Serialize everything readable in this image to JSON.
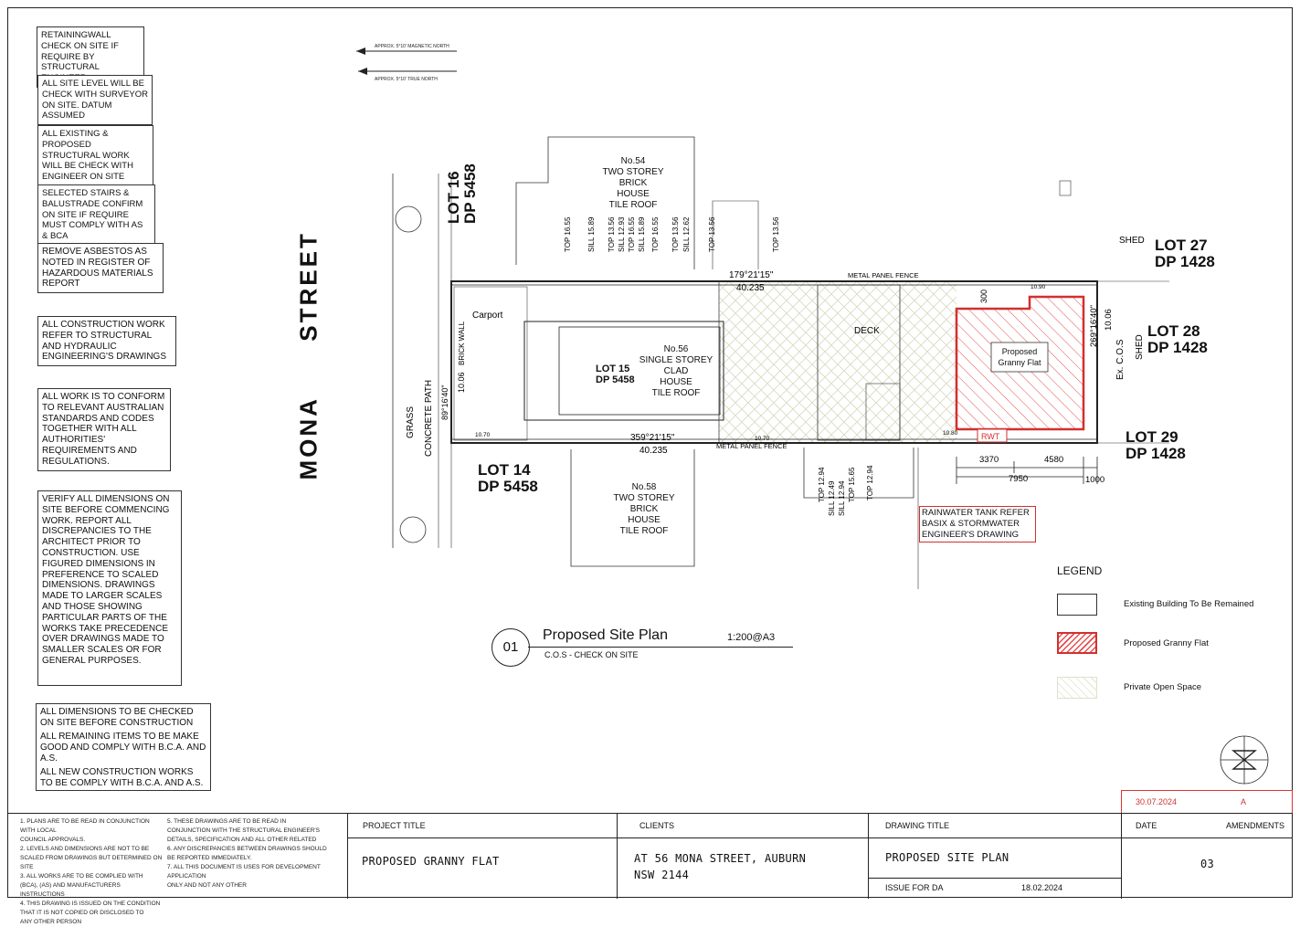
{
  "notes": [
    "RETAININGWALL CHECK ON SITE IF REQUIRE BY STRUCTURAL ENGINEER.",
    "ALL SITE LEVEL WILL BE CHECK WITH SURVEYOR ON SITE. DATUM ASSUMED",
    "ALL EXISTING & PROPOSED STRUCTURAL WORK WILL BE CHECK WITH ENGINEER ON SITE",
    "SELECTED STAIRS & BALUSTRADE CONFIRM ON SITE IF REQUIRE MUST COMPLY WITH AS & BCA",
    "REMOVE ASBESTOS AS NOTED IN REGISTER OF HAZARDOUS MATERIALS REPORT",
    "ALL CONSTRUCTION WORK REFER TO STRUCTURAL AND HYDRAULIC ENGINEERING'S DRAWINGS",
    "ALL WORK IS TO CONFORM TO RELEVANT AUSTRALIAN STANDARDS AND CODES TOGETHER WITH ALL AUTHORITIES' REQUIREMENTS AND REGULATIONS.",
    "VERIFY ALL DIMENSIONS ON SITE BEFORE COMMENCING WORK. REPORT ALL DISCREPANCIES TO THE ARCHITECT PRIOR TO CONSTRUCTION. USE FIGURED DIMENSIONS IN PREFERENCE TO SCALED DIMENSIONS. DRAWINGS MADE TO LARGER SCALES AND THOSE SHOWING PARTICULAR PARTS OF THE WORKS TAKE PRECEDENCE OVER DRAWINGS MADE TO SMALLER SCALES OR FOR GENERAL PURPOSES."
  ],
  "note_bottom": {
    "line1": "ALL DIMENSIONS TO BE CHECKED ON SITE BEFORE CONSTRUCTION",
    "line2": "ALL REMAINING ITEMS TO BE MAKE GOOD AND COMPLY WITH B.C.A. AND A.S.",
    "line3": "ALL NEW CONSTRUCTION WORKS TO BE COMPLY WITH B.C.A. AND A.S."
  },
  "street": "MONA      STREET",
  "lots": {
    "lot16": "LOT 16\nDP 5458",
    "lot14": "LOT 14\nDP 5458",
    "lot27": "LOT 27\nDP 1428",
    "lot28": "LOT 28\nDP 1428",
    "lot29": "LOT 29\nDP 1428",
    "lot15": "LOT 15\nDP 5458"
  },
  "houses": {
    "no54": "No.54\nTWO STOREY\nBRICK\nHOUSE\nTILE ROOF",
    "no56": "No.56\nSINGLE STOREY\nCLAD\nHOUSE\nTILE ROOF",
    "no58": "No.58\nTWO STOREY\nBRICK\nHOUSE\nTILE ROOF"
  },
  "plan_labels": {
    "carport": "Carport",
    "deck": "DECK",
    "granny": "Proposed\nGranny Flat",
    "shed_top": "SHED",
    "shed_side": "SHED",
    "ex_cos": "Ex. C.O.S",
    "rwt": "RWT",
    "rain_note": "RAINWATER TANK REFER\nBASIX & STORMWATER\nENGINEER'S DRAWING",
    "metal_fence_top": "METAL PANEL FENCE",
    "metal_fence_bottom": "METAL PANEL FENCE",
    "brick_wall": "BRICK WALL",
    "concrete_path": "CONCRETE PATH",
    "grass": "GRASS",
    "bearing_top": "179°21'15\"",
    "dist_top": "40.235",
    "bearing_bottom": "359°21'15\"",
    "dist_bottom": "40.235",
    "bearing_right": "269°16'40\"",
    "dist_right": "10.06",
    "bearing_left": "89°16'40\"",
    "dist_left": "10.06",
    "dim_300": "300",
    "dim_3370": "3370",
    "dim_4580": "4580",
    "dim_7950": "7950",
    "dim_1000": "1000",
    "lvl_1090": "10.90",
    "lvl_1080": "10.80",
    "lvl_1070": "10.70",
    "lvl_1070b": "10.70",
    "top_1655": "TOP 16.55",
    "sill_1589": "SILL 15.89",
    "top_1356a": "TOP 13.56",
    "sill_1293": "SILL 12.93",
    "top_1655b": "TOP 16.55",
    "sill_1589b": "SILL 15.89",
    "top_1655c": "TOP 16.55",
    "top_1356b": "TOP 13.56",
    "sill_1262": "SILL 12.62",
    "top_1356c": "TOP 13.56",
    "top_1356d": "TOP 13.56",
    "top_1294": "TOP 12.94",
    "sill_1249": "SILL 12.49",
    "sill_1294": "SILL 12.94",
    "top_1565": "TOP 15.65",
    "top_1294b": "TOP 12.94"
  },
  "north": {
    "magnetic": "APPROX. 5°10' MAGNETIC NORTH",
    "true": "APPROX. 5°10' TRUE NORTH"
  },
  "plan_title": {
    "number": "01",
    "title": "Proposed Site Plan",
    "scale": "1:200@A3",
    "subtitle": "C.O.S - CHECK  ON  SITE"
  },
  "legend": {
    "title": "LEGEND",
    "existing": "Existing Building To Be Remained",
    "granny": "Proposed Granny Flat",
    "open_space": "Private Open Space"
  },
  "revision": {
    "date": "30.07.2024",
    "code": "A"
  },
  "title_block": {
    "small_notes_left": [
      "1. PLANS ARE TO BE READ IN CONJUNCTION WITH LOCAL",
      "COUNCIL APPROVALS.",
      "2. LEVELS AND DIMENSIONS ARE NOT TO BE",
      "SCALED FROM DRAWINGS BUT DETERMINED ON SITE",
      "3. ALL WORKS ARE TO BE COMPLIED WITH",
      "(BCA), (AS) AND MANUFACTURERS INSTRUCTIONS",
      "4. THIS DRAWING IS ISSUED ON THE CONDITION",
      "THAT IT IS NOT COPIED OR DISCLOSED TO",
      "ANY OTHER PERSON"
    ],
    "small_notes_right": [
      "5. THESE DRAWINGS ARE TO BE READ IN",
      "CONJUNCTION WITH THE STRUCTURAL ENGINEER'S",
      "DETAILS, SPECIFICATION AND ALL OTHER RELATED",
      "6. ANY DISCREPANCIES BETWEEN DRAWINGS SHOULD",
      "BE REPORTED IMMEDIATELY.",
      "7. ALL THIS DOCUMENT IS USES FOR DEVELOPMENT APPLICATION",
      "ONLY AND NOT ANY OTHER"
    ],
    "project_title_label": "PROJECT TITLE",
    "project_title": "PROPOSED GRANNY FLAT",
    "clients_label": "CLIENTS",
    "client_line1": "AT 56 MONA STREET, AUBURN",
    "client_line2": "NSW 2144",
    "drawing_title_label": "DRAWING TITLE",
    "drawing_title": "PROPOSED SITE PLAN",
    "issue_label": "ISSUE FOR  DA",
    "issue_date": "18.02.2024",
    "date_label": "DATE",
    "amendments_label": "AMENDMENTS",
    "sheet": "03"
  },
  "colors": {
    "accent": "#d32f2f",
    "line": "#222222",
    "hatch_open": "#c9c9a8"
  }
}
